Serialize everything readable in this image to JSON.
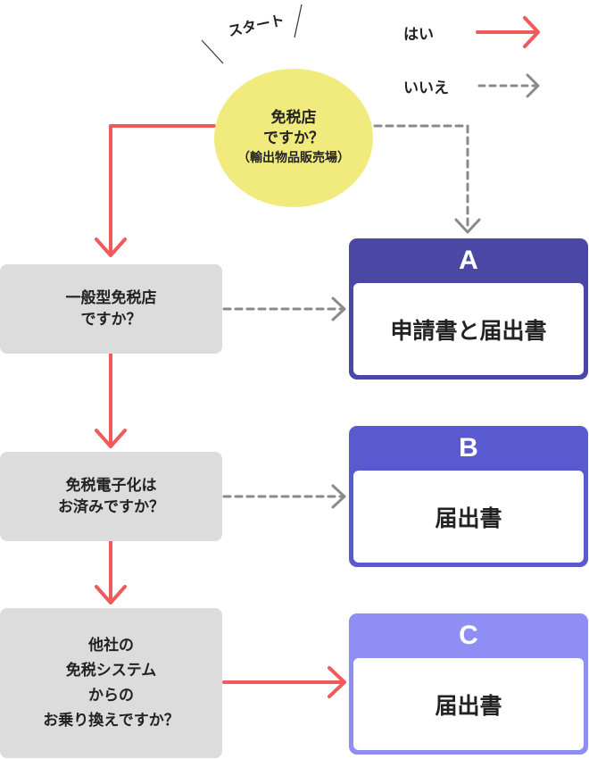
{
  "start": {
    "label": "スタート",
    "question_lines": [
      "免税店",
      "ですか？",
      "（輸出物品販売場）"
    ]
  },
  "legend": {
    "yes_label": "はい",
    "no_label": "いいえ"
  },
  "questions": [
    {
      "lines": [
        "一般型免税店",
        "ですか？"
      ]
    },
    {
      "lines": [
        "免税電子化は",
        "お済みですか？"
      ]
    },
    {
      "lines": [
        "他社の",
        "免税システム",
        "からの",
        "お乗り換えですか？"
      ]
    }
  ],
  "results": [
    {
      "letter": "A",
      "text": "申請書と届出書",
      "color": "#4a48a4"
    },
    {
      "letter": "B",
      "text": "届出書",
      "color": "#5a5ad0"
    },
    {
      "letter": "C",
      "text": "届出書",
      "color": "#8e8ef4"
    }
  ],
  "colors": {
    "yes_arrow": "#ef5a5a",
    "no_arrow": "#8a8a8a",
    "start_fill": "#f0eb7c",
    "question_fill": "#dcdcdc"
  }
}
